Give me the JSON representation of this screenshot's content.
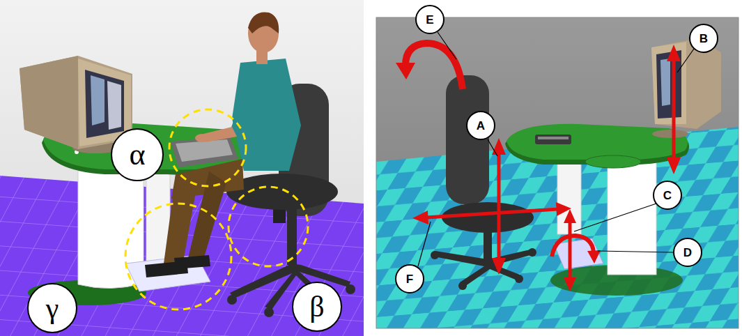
{
  "diagram": {
    "nodes": [
      {
        "text": [
          "α"
        ]
      },
      {
        "text": [
          "γ"
        ]
      },
      {
        "text": [
          "β"
        ]
      },
      {
        "text": [
          "E"
        ]
      },
      {
        "text": [
          "B"
        ]
      },
      {
        "text": [
          "A"
        ]
      },
      {
        "text": [
          "C"
        ]
      },
      {
        "text": [
          "F"
        ]
      },
      {
        "text": [
          "D"
        ]
      }
    ]
  }
}
